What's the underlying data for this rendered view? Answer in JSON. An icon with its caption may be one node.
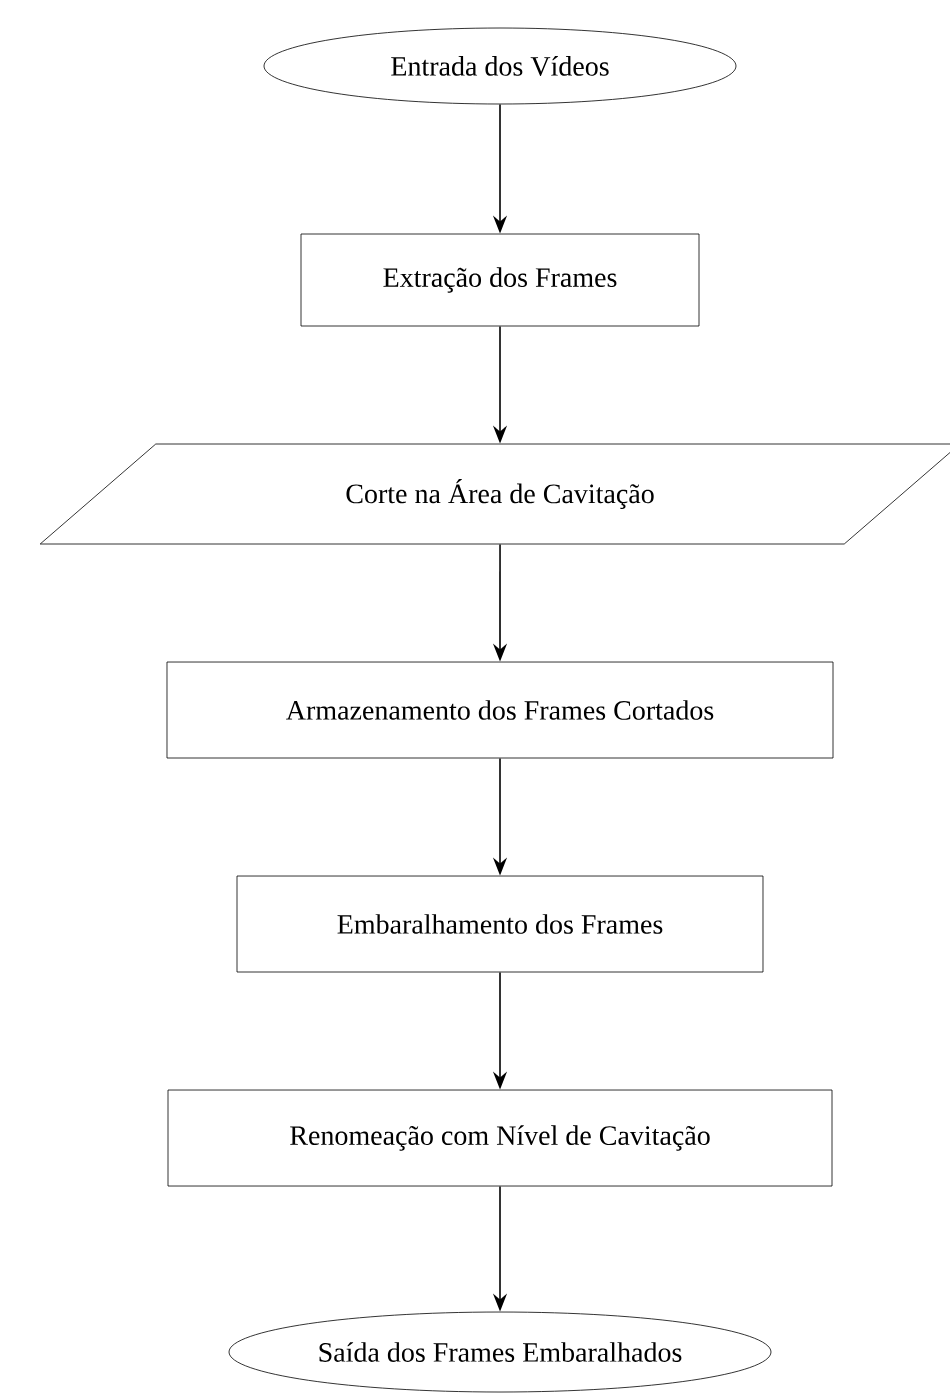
{
  "diagram": {
    "nodes": [
      {
        "text": [
          "Entrada dos Vídeos"
        ]
      },
      {
        "text": [
          "Extração dos Frames"
        ]
      },
      {
        "text": [
          "Corte na Área de Cavitação"
        ]
      },
      {
        "text": [
          "Armazenamento dos Frames Cortados"
        ]
      },
      {
        "text": [
          "Embaralhamento dos Frames"
        ]
      },
      {
        "text": [
          "Renomeação com Nível de Cavitação"
        ]
      },
      {
        "text": [
          "Saída dos Frames Embaralhados"
        ]
      }
    ],
    "edges": [
      {
        "from": 0,
        "to": 1,
        "arrow": "to"
      },
      {
        "from": 1,
        "to": 2,
        "arrow": "to"
      },
      {
        "from": 2,
        "to": 3,
        "arrow": "to"
      },
      {
        "from": 3,
        "to": 4,
        "arrow": "to"
      },
      {
        "from": 4,
        "to": 5,
        "arrow": "to"
      },
      {
        "from": 5,
        "to": 6,
        "arrow": "to"
      }
    ]
  }
}
